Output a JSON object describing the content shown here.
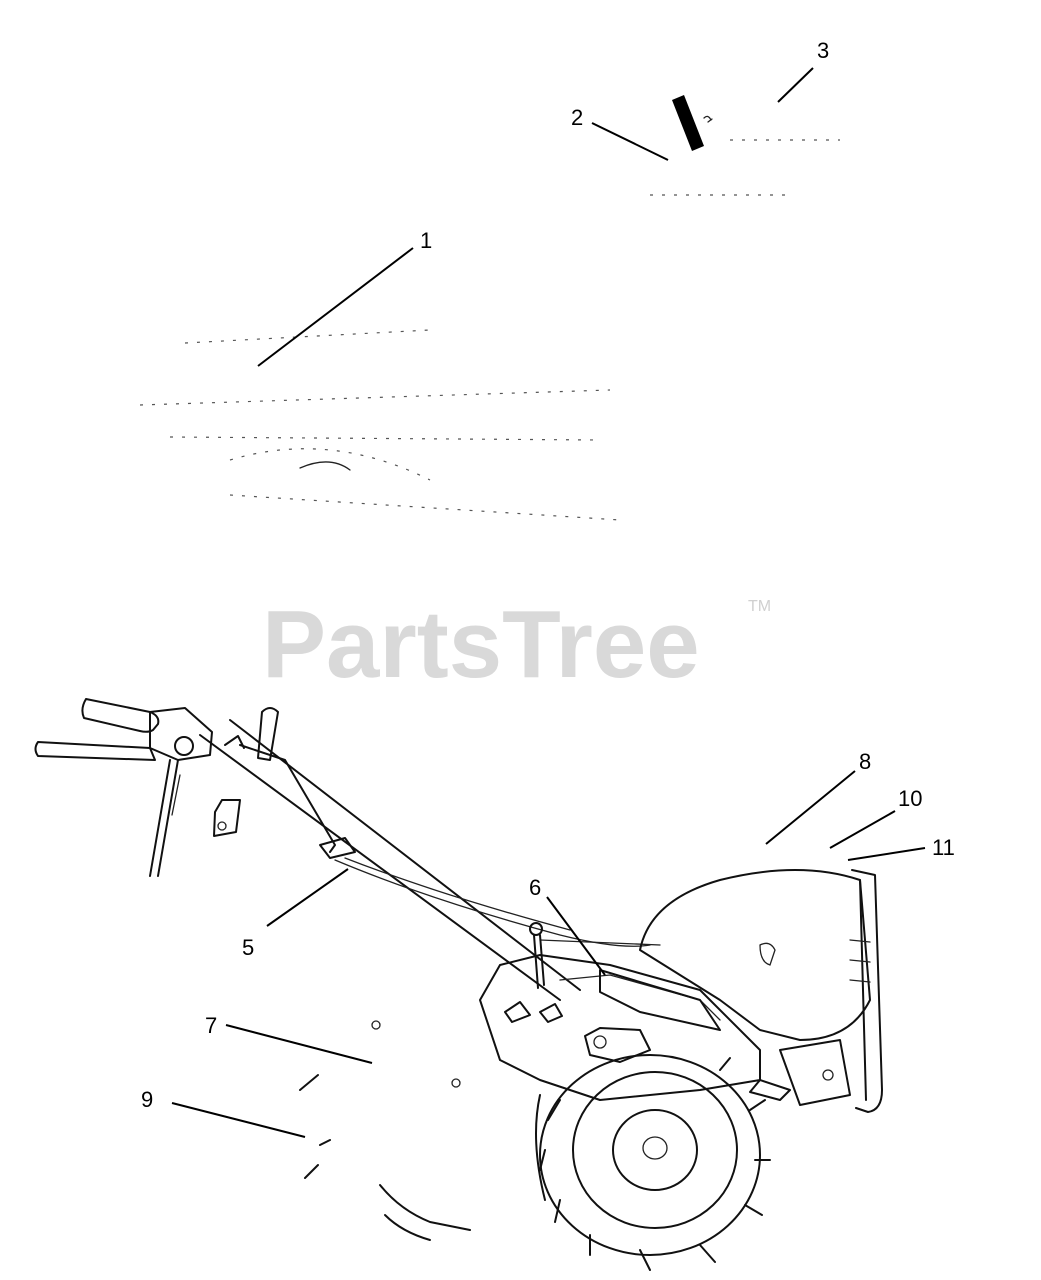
{
  "watermark": {
    "text": "PartsTree",
    "tm": "TM"
  },
  "callouts": [
    {
      "id": "1",
      "label": "1"
    },
    {
      "id": "2",
      "label": "2"
    },
    {
      "id": "3",
      "label": "3"
    },
    {
      "id": "5",
      "label": "5"
    },
    {
      "id": "6",
      "label": "6"
    },
    {
      "id": "7",
      "label": "7"
    },
    {
      "id": "8",
      "label": "8"
    },
    {
      "id": "9",
      "label": "9"
    },
    {
      "id": "10",
      "label": "10"
    },
    {
      "id": "11",
      "label": "11"
    }
  ]
}
